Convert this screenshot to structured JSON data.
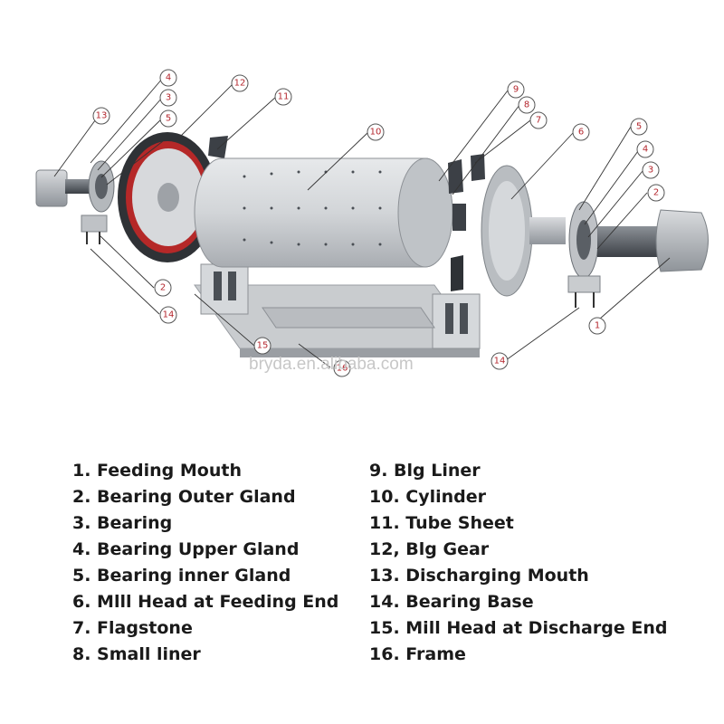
{
  "watermark": "bryda.en.alibaba.com",
  "callouts": [
    "1",
    "2",
    "3",
    "4",
    "5",
    "6",
    "7",
    "8",
    "9",
    "10",
    "11",
    "12",
    "13",
    "14",
    "15",
    "16"
  ],
  "legend": {
    "left": [
      "1. Feeding Mouth",
      "2. Bearing Outer Gland",
      "3. Bearing",
      "4. Bearing Upper Gland",
      "5. Bearing inner Gland",
      "6. Mlll Head at Feeding End",
      "7. Flagstone",
      "8. Small liner"
    ],
    "right": [
      "9. Blg Liner",
      "10. Cylinder",
      "11. Tube Sheet",
      "12, Blg Gear",
      "13. Discharging Mouth",
      "14. Bearing Base",
      "15. Mill Head at Discharge End",
      "16. Frame"
    ]
  },
  "colors": {
    "callout_number": "#b4262d",
    "gear_red": "#b52828",
    "metal": "#cfd2d6"
  }
}
